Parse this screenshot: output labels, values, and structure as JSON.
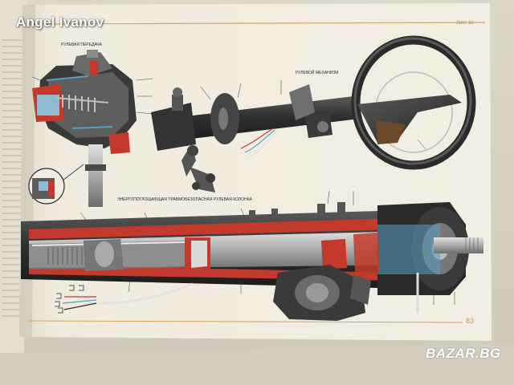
{
  "image": {
    "description_free": true
  },
  "overlay": {
    "uploader_name": "Angel Ivanov",
    "watermark_text": "BAZAR.BG"
  },
  "book": {
    "page_number": "83",
    "header_right": "Лист 18",
    "label_gear": "РУЛЕВАЯ ПЕРЕДАЧА",
    "label_mechanism": "РУЛЕВОЙ МЕХАНИЗМ",
    "label_column": "ЭНЕРГОПОГЛОЩАЮЩАЯ ТРАВМОБЕЗОПАСНАЯ РУЛЕВАЯ КОЛОНКА"
  },
  "colors": {
    "paper": "#efe9dc",
    "metal_dark": "#3c3c3c",
    "cutaway_red": "#c33a2c",
    "accent_blue": "#5a9ec7",
    "frame_orange": "#d8a55c",
    "watermark_white": "#ffffff"
  }
}
